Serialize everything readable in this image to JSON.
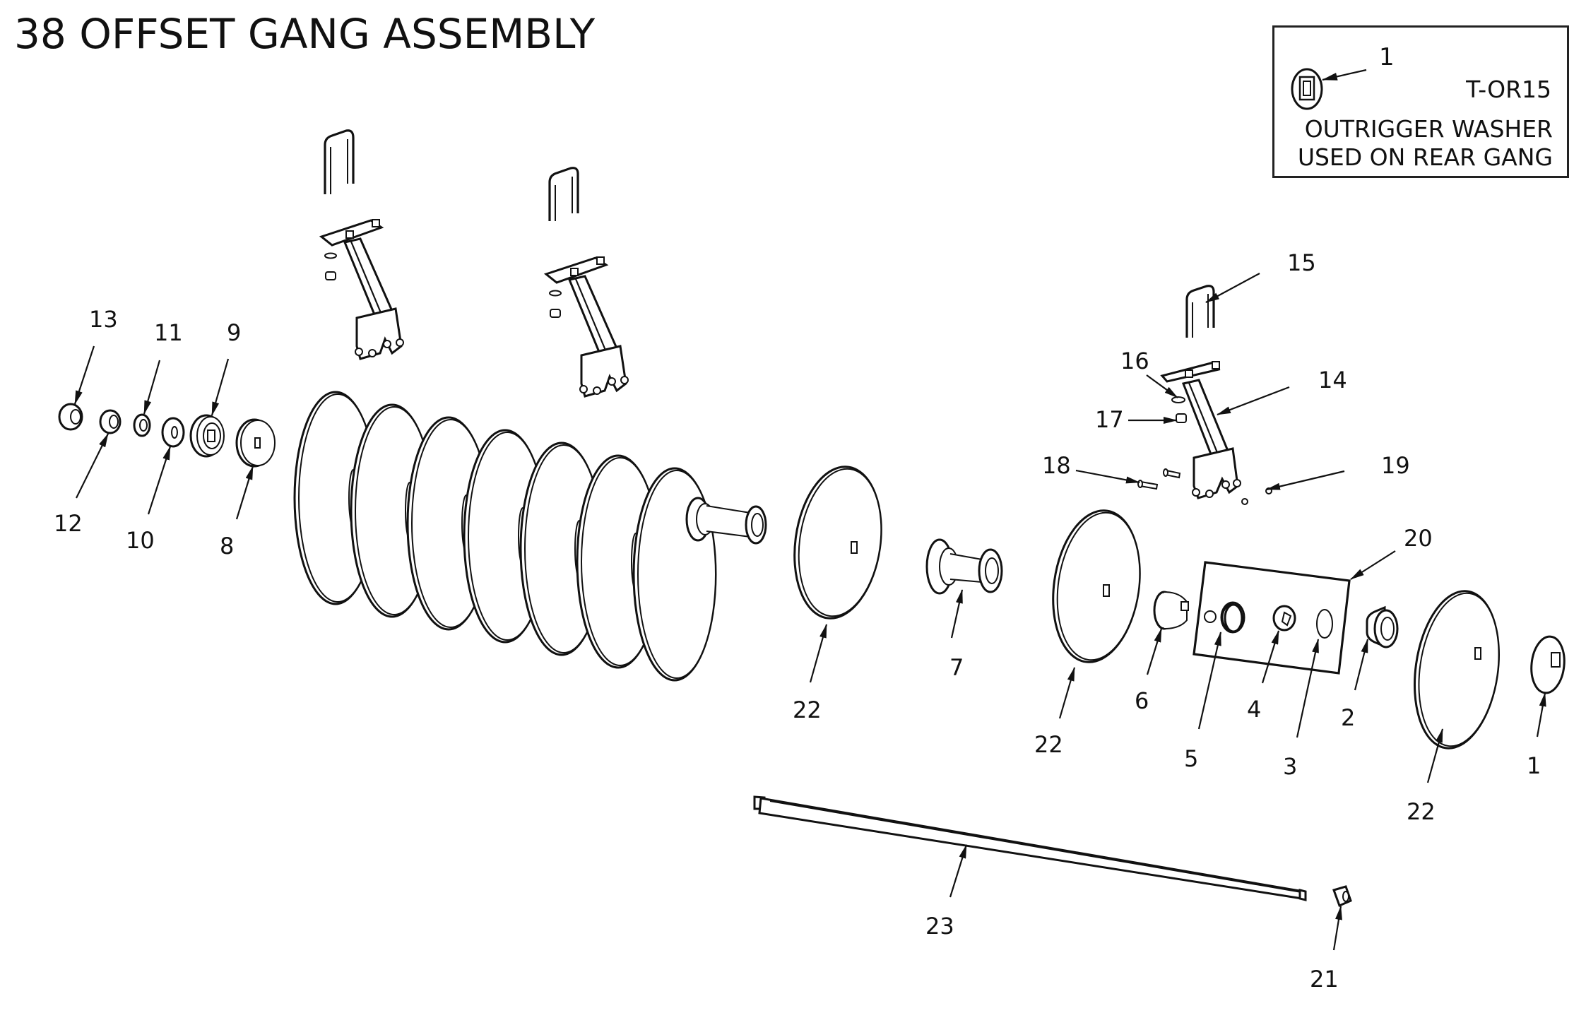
{
  "title": "38 OFFSET GANG ASSEMBLY",
  "inset": {
    "callout": "1",
    "part_number": "T-OR15",
    "note_line1": "OUTRIGGER WASHER",
    "note_line2": "USED ON REAR GANG"
  },
  "callouts": [
    {
      "id": "c13",
      "label": "13",
      "part": "hex-nut"
    },
    {
      "id": "c12",
      "label": "12",
      "part": "jam-nut"
    },
    {
      "id": "c11",
      "label": "11",
      "part": "lock-washer"
    },
    {
      "id": "c10",
      "label": "10",
      "part": "flat-washer"
    },
    {
      "id": "c9",
      "label": "9",
      "part": "end-washer"
    },
    {
      "id": "c8",
      "label": "8",
      "part": "end-plate"
    },
    {
      "id": "c22a",
      "label": "22",
      "part": "disc-blade"
    },
    {
      "id": "c7",
      "label": "7",
      "part": "spool"
    },
    {
      "id": "c22b",
      "label": "22",
      "part": "disc-blade"
    },
    {
      "id": "c6",
      "label": "6",
      "part": "bearing-housing-cone"
    },
    {
      "id": "c5",
      "label": "5",
      "part": "bearing-housing"
    },
    {
      "id": "c4",
      "label": "4",
      "part": "bearing-insert"
    },
    {
      "id": "c3",
      "label": "3",
      "part": "snap-ring"
    },
    {
      "id": "c2",
      "label": "2",
      "part": "bearing-cone"
    },
    {
      "id": "c22c",
      "label": "22",
      "part": "disc-blade"
    },
    {
      "id": "c1",
      "label": "1",
      "part": "outrigger-washer"
    },
    {
      "id": "c20",
      "label": "20",
      "part": "bearing-kit"
    },
    {
      "id": "c15",
      "label": "15",
      "part": "u-bolt"
    },
    {
      "id": "c16",
      "label": "16",
      "part": "lock-washer"
    },
    {
      "id": "c14",
      "label": "14",
      "part": "hanger"
    },
    {
      "id": "c17",
      "label": "17",
      "part": "nut"
    },
    {
      "id": "c18",
      "label": "18",
      "part": "bolt"
    },
    {
      "id": "c19",
      "label": "19",
      "part": "lock-nut"
    },
    {
      "id": "c23",
      "label": "23",
      "part": "gang-axle"
    },
    {
      "id": "c21",
      "label": "21",
      "part": "axle-nut"
    }
  ]
}
